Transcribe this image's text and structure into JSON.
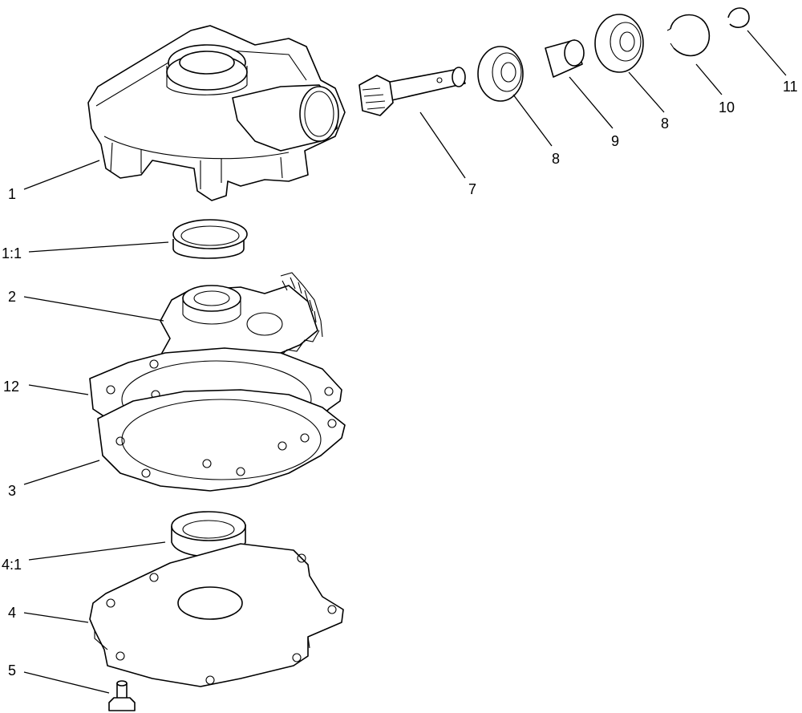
{
  "callouts": {
    "c1": "1",
    "c1_1": "1:1",
    "c2": "2",
    "c12": "12",
    "c3": "3",
    "c4_1": "4:1",
    "c4": "4",
    "c5": "5",
    "c7": "7",
    "c8a": "8",
    "c9": "9",
    "c8b": "8",
    "c10": "10",
    "c11": "11"
  }
}
